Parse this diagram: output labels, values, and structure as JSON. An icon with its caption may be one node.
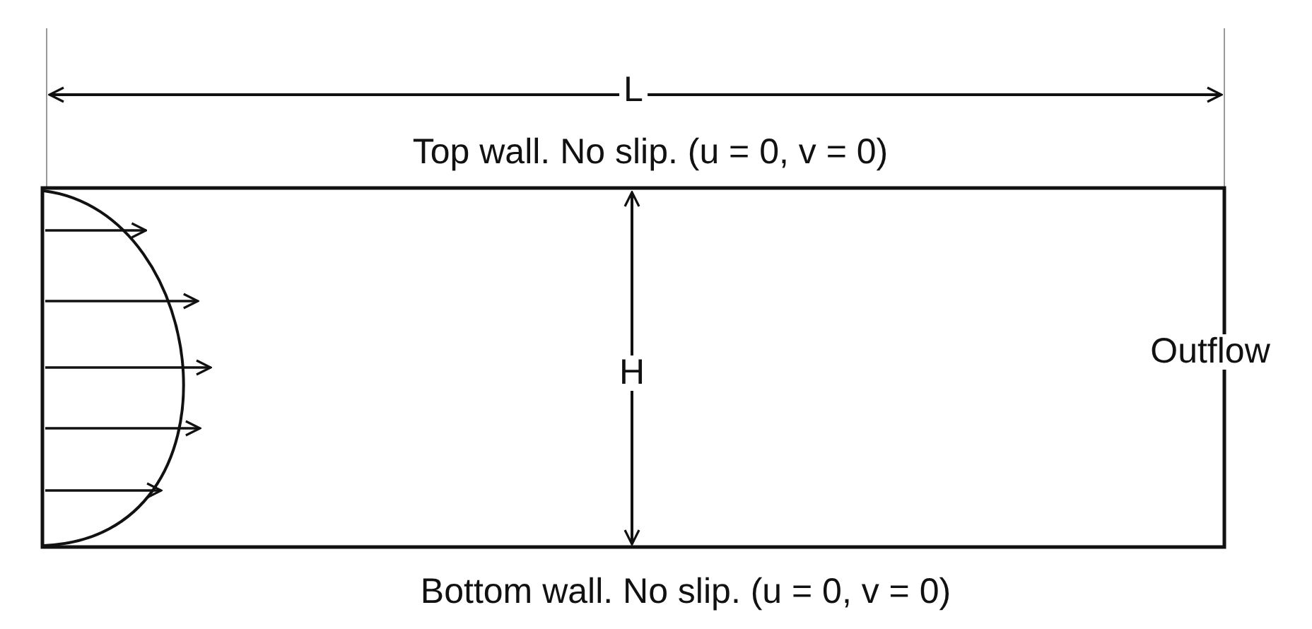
{
  "diagram": {
    "labels": [
      "L",
      "Top wall. No slip. (u = 0, v = 0)",
      "H",
      "Outflow",
      "Bottom wall. No slip. (u = 0, v = 0)"
    ]
  }
}
